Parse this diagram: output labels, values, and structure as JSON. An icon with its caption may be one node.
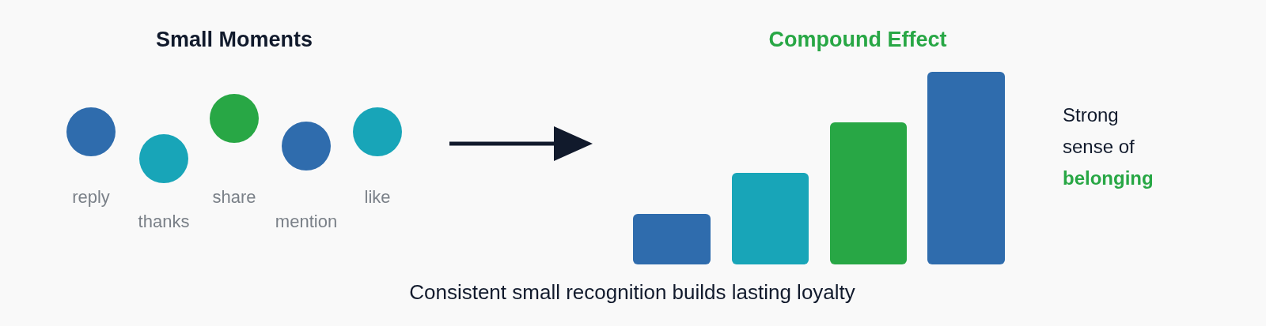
{
  "diagram": {
    "nodes": [
      {
        "text": [],
        "shape": "circle"
      },
      {
        "text": [],
        "shape": "circle"
      },
      {
        "text": [],
        "shape": "circle"
      },
      {
        "text": [],
        "shape": "circle"
      },
      {
        "text": [],
        "shape": "circle"
      },
      {
        "text": [],
        "shape": "bar"
      },
      {
        "text": [],
        "shape": "bar"
      },
      {
        "text": [],
        "shape": "bar"
      },
      {
        "text": [],
        "shape": "bar"
      }
    ],
    "labels": [
      "Small Moments",
      "Compound Effect",
      "Strong sense of **belonging**",
      "reply",
      "share",
      "like",
      "thanks",
      "mention",
      "Consistent small recognition builds lasting loyalty"
    ]
  }
}
